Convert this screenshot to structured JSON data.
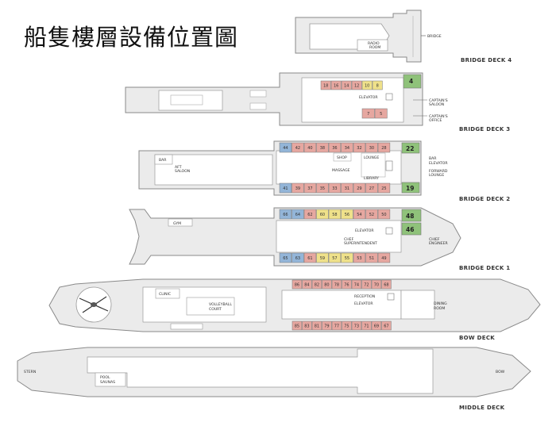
{
  "title": "船隻樓層設備位置圖",
  "decks": {
    "bridge4": {
      "name": "BRIDGE DECK 4",
      "labels": {
        "bridge": "BRIDGE",
        "radio_room_1": "RADIO",
        "radio_room_2": "ROOM"
      }
    },
    "bridge3": {
      "name": "BRIDGE DECK 3",
      "top_cabins": [
        "18",
        "16",
        "14",
        "12",
        "10",
        "8"
      ],
      "bottom_cabins": [
        "7",
        "5"
      ],
      "corner_cabin": "4",
      "labels": {
        "elevator": "ELEVATOR",
        "captains_saloon_1": "CAPTAIN'S",
        "captains_saloon_2": "SALOON",
        "captains_office_1": "CAPTAIN'S",
        "captains_office_2": "OFFICE"
      }
    },
    "bridge2": {
      "name": "BRIDGE DECK 2",
      "top_cabins": [
        "44",
        "42",
        "40",
        "38",
        "36",
        "34",
        "32",
        "30",
        "28"
      ],
      "bottom_cabins": [
        "41",
        "39",
        "37",
        "35",
        "33",
        "31",
        "29",
        "27",
        "25"
      ],
      "corner_top": "22",
      "corner_bottom": "19",
      "labels": {
        "bar": "BAR",
        "aft_saloon_1": "AFT",
        "aft_saloon_2": "SALOON",
        "shop": "SHOP",
        "massage": "MASSAGE",
        "lounge": "LOUNGE",
        "library": "LIBRARY",
        "bar_right": "BAR",
        "elevator": "ELEVATOR",
        "forward_lounge_1": "FORWARD",
        "forward_lounge_2": "LOUNGE"
      }
    },
    "bridge1": {
      "name": "BRIDGE DECK 1",
      "top_cabins": [
        "66",
        "64",
        "62",
        "60",
        "58",
        "56",
        "54",
        "52",
        "50"
      ],
      "bottom_cabins": [
        "65",
        "63",
        "61",
        "59",
        "57",
        "55",
        "53",
        "51",
        "49"
      ],
      "corner_top": "48",
      "corner_mid": "46",
      "labels": {
        "gym": "GYM",
        "elevator": "ELEVATOR",
        "chef_super_1": "CHEF",
        "chef_super_2": "SUPERINTENDENT",
        "chef_eng_1": "CHIEF",
        "chef_eng_2": "ENGINEER"
      }
    },
    "bow": {
      "name": "BOW DECK",
      "top_cabins": [
        "86",
        "84",
        "82",
        "80",
        "78",
        "76",
        "74",
        "72",
        "70",
        "68"
      ],
      "bottom_cabins": [
        "85",
        "83",
        "81",
        "79",
        "77",
        "75",
        "73",
        "71",
        "69",
        "67"
      ],
      "labels": {
        "clinic": "CLINIC",
        "volleyball_1": "VOLLEYBALL",
        "volleyball_2": "COURT",
        "reception": "RECEPTION",
        "elevator": "ELEVATOR",
        "dining_1": "DINING",
        "dining_2": "ROOM"
      }
    },
    "middle": {
      "name": "MIDDLE DECK",
      "labels": {
        "stern": "STERN",
        "bow": "BOW",
        "pool_1": "POOL",
        "pool_2": "SAUNAS"
      }
    }
  },
  "colors": {
    "hull": "#ebebeb",
    "outline": "#8a8a8a",
    "cabin_pink": "#e6a7a0",
    "cabin_yellow": "#efe18a",
    "cabin_green": "#8fc27a",
    "cabin_blue": "#93b5d8"
  }
}
